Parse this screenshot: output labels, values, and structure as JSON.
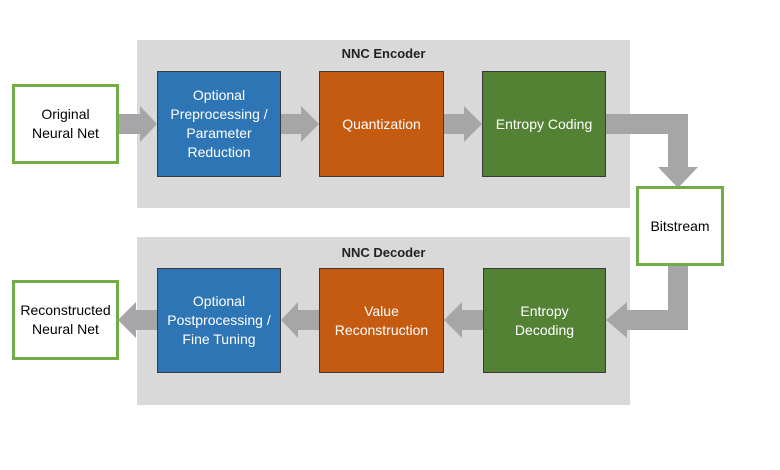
{
  "encoder": {
    "title": "NNC Encoder",
    "steps": [
      {
        "label": "Optional\nPreprocessing /\nParameter\nReduction",
        "color": "#2e75b6"
      },
      {
        "label": "Quantization",
        "color": "#c55a11"
      },
      {
        "label": "Entropy Coding",
        "color": "#548235"
      }
    ]
  },
  "decoder": {
    "title": "NNC Decoder",
    "steps": [
      {
        "label": "Optional\nPostprocessing /\nFine Tuning",
        "color": "#2e75b6"
      },
      {
        "label": "Value\nReconstruction",
        "color": "#c55a11"
      },
      {
        "label": "Entropy\nDecoding",
        "color": "#548235"
      }
    ]
  },
  "input": {
    "label": "Original\nNeural Net"
  },
  "output": {
    "label": "Reconstructed\nNeural Net"
  },
  "bitstream": {
    "label": "Bitstream"
  },
  "colors": {
    "panel": "#d9d9d9",
    "arrow": "#a6a6a6",
    "outline": "#70ad47"
  }
}
